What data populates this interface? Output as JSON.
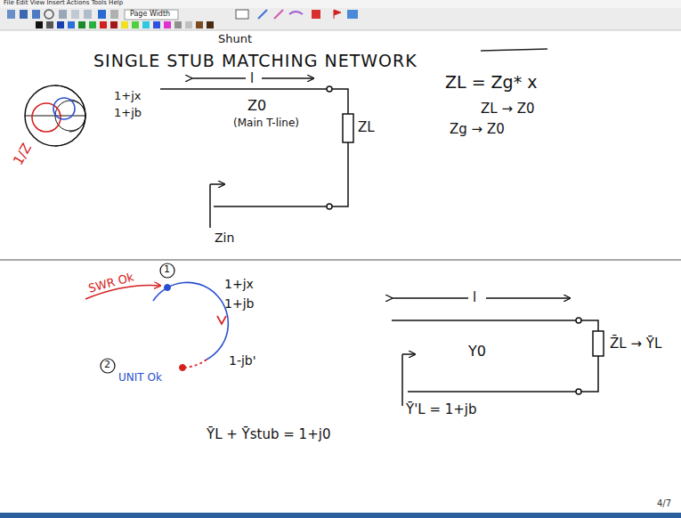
{
  "diagram": {
    "title": "SINGLE STUB MATCHING NETWORK",
    "labels": [
      "File Edit View Insert Actions Tools Help",
      "Page Width",
      "Shunt",
      "l",
      "Z0",
      "(Main T-line)",
      "ZL",
      "Zin",
      "ZL = Zg* x",
      "ZL → Z0",
      "Zg → Z0",
      "1+jx",
      "1+jb",
      "1/Z",
      "SWR Ok",
      "1",
      "2",
      "UNIT Ok",
      "1+jx",
      "1+jb",
      "1-jb'",
      "l",
      "Y0",
      "Z̄L → ȲL",
      "Ȳ'L = 1+jb",
      "ȲL + Ȳstub = 1+j0",
      "4/7"
    ]
  }
}
